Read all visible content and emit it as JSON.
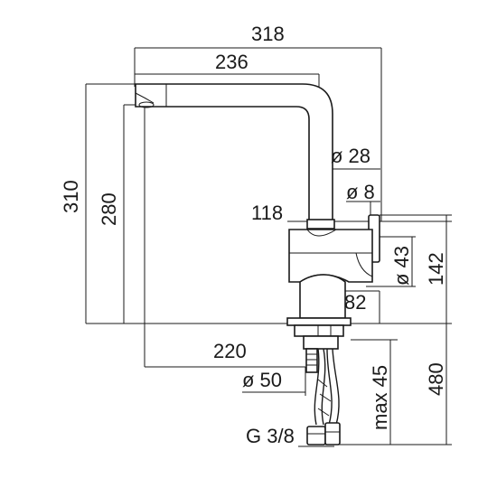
{
  "dimensions": {
    "overall_width": "318",
    "spout_reach": "236",
    "overall_height": "310",
    "spout_height": "280",
    "handle_height": "118",
    "spout_diameter": "ø 28",
    "small_diameter": "ø 8",
    "body_diameter": "ø 43",
    "body_height": "142",
    "base_width": "82",
    "hose_length": "220",
    "base_diameter": "ø 50",
    "max_thickness": "max 45",
    "total_depth": "480",
    "connection": "G 3/8"
  }
}
